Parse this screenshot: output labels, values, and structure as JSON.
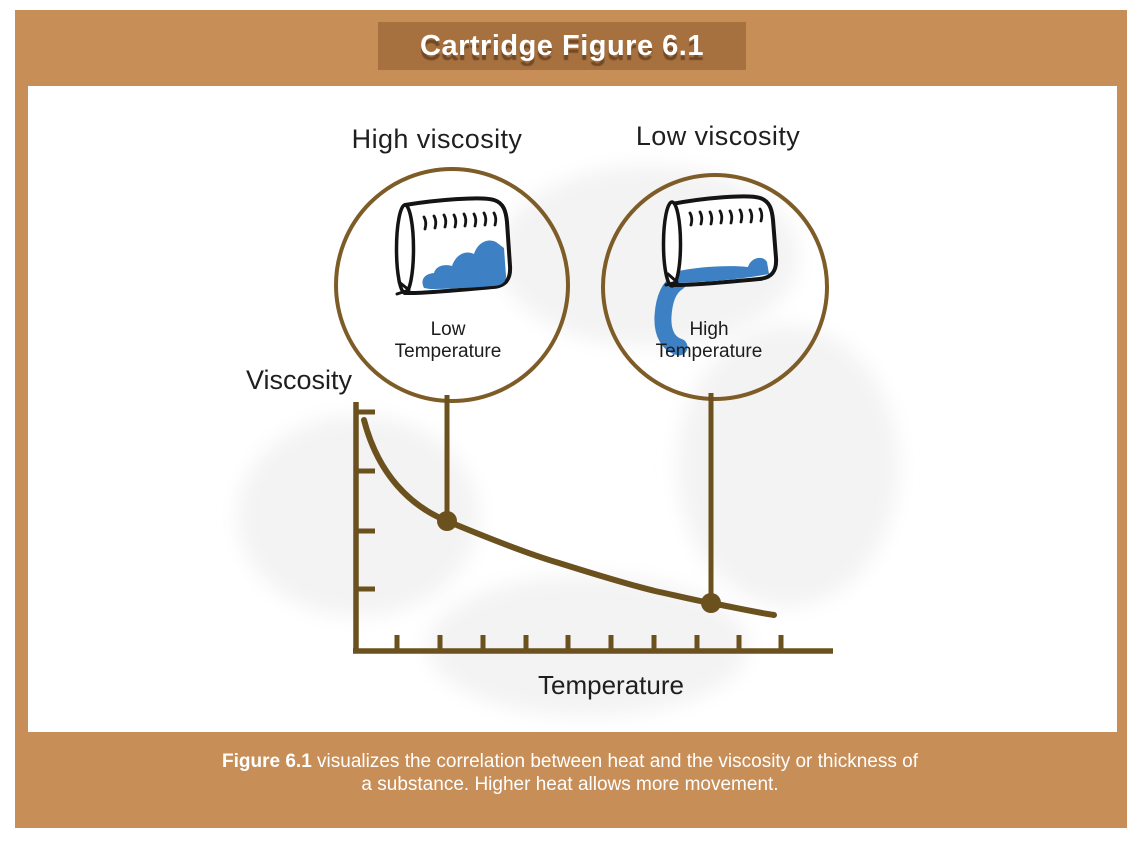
{
  "header": {
    "title": "Cartridge Figure 6.1"
  },
  "panels": {
    "high": {
      "title": "High viscosity",
      "temp_line1": "Low",
      "temp_line2": "Temperature"
    },
    "low": {
      "title": "Low viscosity",
      "temp_line1": "High",
      "temp_line2": "Temperature"
    }
  },
  "chart_data": {
    "type": "line",
    "title": "",
    "xlabel": "Temperature",
    "ylabel": "Viscosity",
    "x_tick_count": 10,
    "y_tick_count": 4,
    "tick_labels": "none (qualitative axes)",
    "x": [
      0,
      1,
      2,
      3,
      4,
      5,
      6,
      7,
      8,
      9
    ],
    "series": [
      {
        "name": "viscosity-vs-temperature",
        "values": [
          0.95,
          0.62,
          0.46,
          0.37,
          0.31,
          0.27,
          0.24,
          0.22,
          0.21,
          0.2
        ]
      }
    ],
    "points_of_interest": [
      {
        "label": "Low Temperature / High viscosity",
        "x": 1.7,
        "y": 0.52
      },
      {
        "label": "High Temperature / Low viscosity",
        "x": 7.2,
        "y": 0.23
      }
    ],
    "trend": "monotonically decreasing, convex (viscosity falls as temperature rises)",
    "legend": "none",
    "grid": false
  },
  "caption": {
    "bold": "Figure 6.1",
    "line1_rest": " visualizes the correlation between heat and the viscosity or thickness of",
    "line2": "a substance. Higher heat allows more movement."
  },
  "colors": {
    "frame": "#c88e58",
    "band": "#a6713f",
    "ink": "#6b511e",
    "circle": "#7d5c27",
    "liquid": "#3d80c3",
    "sketch": "#141414",
    "label": "#1f1f1f",
    "caption": "#ffffff"
  }
}
